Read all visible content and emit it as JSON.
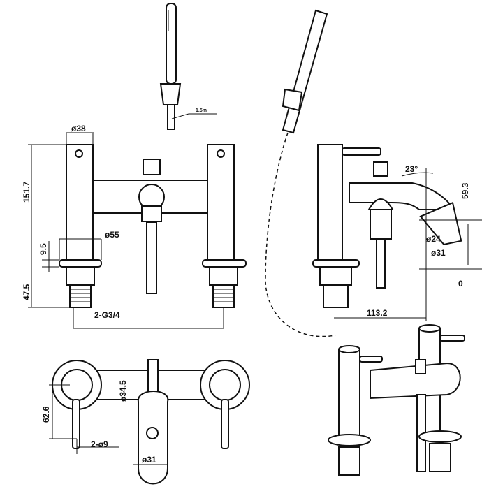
{
  "drawing": {
    "hose_length": "1.5m",
    "front_view": {
      "top_diameter": "ø38",
      "total_height": "151.7",
      "base_diameter": "ø55",
      "base_height": "9.5",
      "thread_length": "47.5",
      "thread_spec": "2-G3/4"
    },
    "side_view": {
      "spout_angle": "23°",
      "spout_height": "59.3",
      "outlet_inner": "ø24",
      "outlet_outer": "ø31",
      "projection": "113.2",
      "zero_mark": "0"
    },
    "plan_view": {
      "rose_diameter": "ø34.5",
      "centre_distance": "62.6",
      "holes": "2-ø9",
      "spout_diameter": "ø31"
    }
  }
}
